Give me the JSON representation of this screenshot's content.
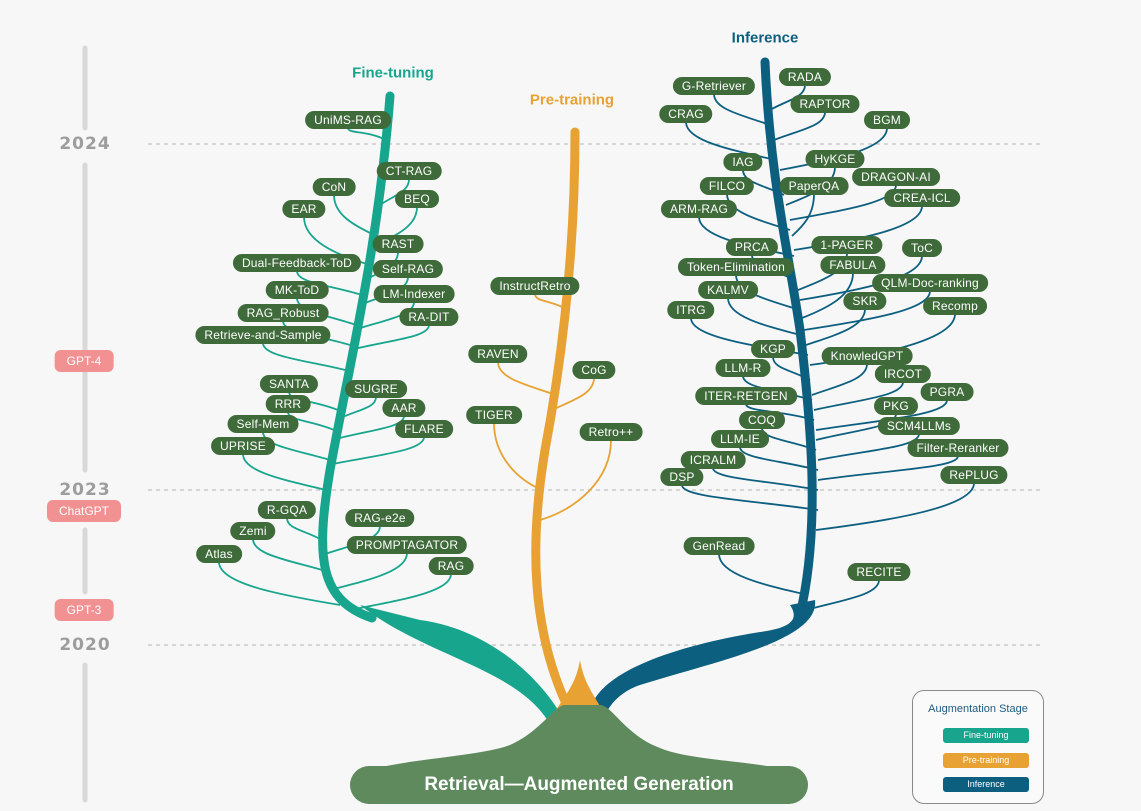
{
  "diagram": {
    "title": "Retrieval—Augmented Generation",
    "stages": {
      "fine_tuning": {
        "label": "Fine-tuning",
        "color": "#17a58d"
      },
      "pre_training": {
        "label": "Pre-training",
        "color": "#e8a234"
      },
      "inference": {
        "label": "Inference",
        "color": "#0d5f80"
      }
    },
    "timeline": {
      "years": [
        "2024",
        "2023",
        "2020"
      ],
      "milestones": [
        "GPT-4",
        "ChatGPT",
        "GPT-3"
      ]
    },
    "methods": {
      "fine_tuning": [
        "UniMS-RAG",
        "CT-RAG",
        "CoN",
        "BEQ",
        "EAR",
        "RAST",
        "Dual-Feedback-ToD",
        "Self-RAG",
        "MK-ToD",
        "LM-Indexer",
        "RAG_Robust",
        "RA-DIT",
        "Retrieve-and-Sample",
        "SANTA",
        "SUGRE",
        "RRR",
        "AAR",
        "Self-Mem",
        "FLARE",
        "UPRISE",
        "R-GQA",
        "RAG-e2e",
        "Zemi",
        "PROMPTAGATOR",
        "Atlas",
        "RAG"
      ],
      "pre_training": [
        "InstructRetro",
        "RAVEN",
        "CoG",
        "TIGER",
        "Retro++"
      ],
      "inference": [
        "RADA",
        "G-Retriever",
        "RAPTOR",
        "CRAG",
        "BGM",
        "IAG",
        "HyKGE",
        "DRAGON-AI",
        "FILCO",
        "PaperQA",
        "CREA-ICL",
        "ARM-RAG",
        "PRCA",
        "1-PAGER",
        "ToC",
        "Token-Elimination",
        "FABULA",
        "QLM-Doc-ranking",
        "KALMV",
        "SKR",
        "ITRG",
        "Recomp",
        "KGP",
        "KnowledGPT",
        "LLM-R",
        "IRCOT",
        "ITER-RETGEN",
        "PGRA",
        "PKG",
        "COQ",
        "SCM4LLMs",
        "LLM-IE",
        "Filter-Reranker",
        "ICRALM",
        "DSP",
        "RePLUG",
        "GenRead",
        "RECITE"
      ]
    },
    "legend": {
      "title": "Augmentation Stage",
      "items": [
        "Fine-tuning",
        "Pre-training",
        "Inference"
      ]
    },
    "colors": {
      "node": "#3f6b3a",
      "root": "#5e8a5e",
      "milestone": "#f19191",
      "year": "#9d9d9d"
    }
  }
}
